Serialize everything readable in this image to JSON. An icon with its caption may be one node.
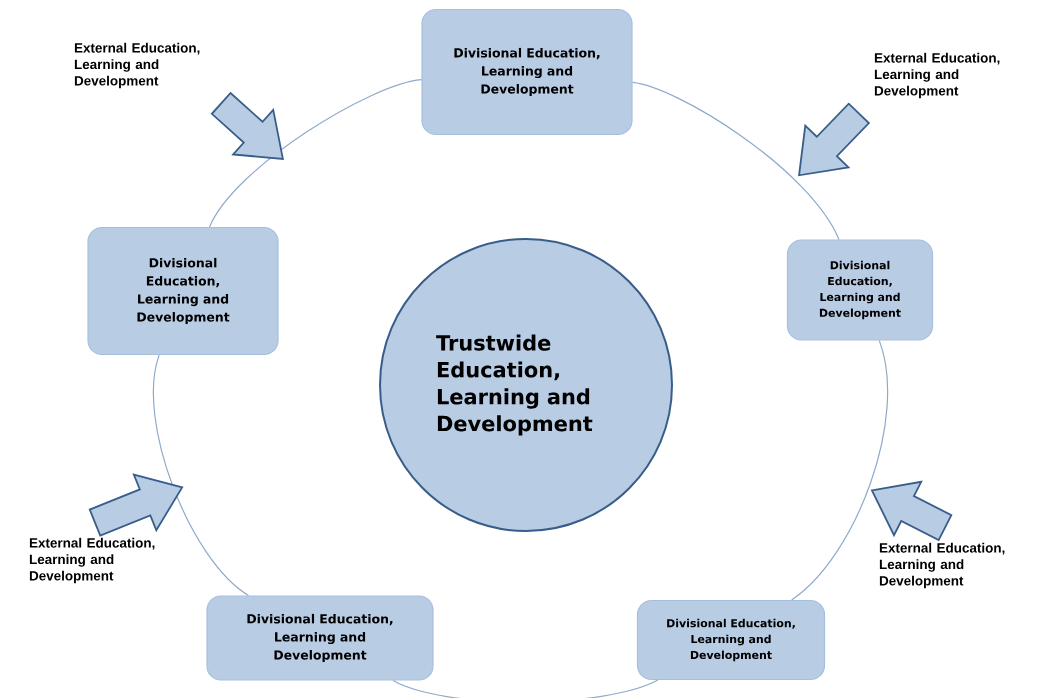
{
  "diagram": {
    "nodes": [
      {
        "text": [
          "External Education, Learning and Development"
        ]
      },
      {
        "text": [
          "Divisional Education, Learning and Development"
        ]
      },
      {
        "text": [
          "External Education, Learning and Development"
        ]
      },
      {
        "text": [
          "Divisional Education, Learning and Development"
        ]
      },
      {
        "text": [
          "Divisional Education, Learning and Development"
        ]
      },
      {
        "text": [
          "Trustwide Education, Learning and Development"
        ]
      },
      {
        "text": [
          "External Education, Learning and Development"
        ]
      },
      {
        "text": [
          "External Education, Learning and Development"
        ]
      },
      {
        "text": [
          "Divisional Education, Learning and Development"
        ]
      },
      {
        "text": [
          "Divisional Education, Learning and Development"
        ]
      }
    ],
    "edges": [
      {
        "from": 1,
        "to": 4,
        "arrow": "none"
      },
      {
        "from": 4,
        "to": 9,
        "arrow": "none"
      },
      {
        "from": 9,
        "to": 8,
        "arrow": "none"
      },
      {
        "from": 8,
        "to": 3,
        "arrow": "none"
      },
      {
        "from": 3,
        "to": 1,
        "arrow": "none"
      },
      {
        "from": 0,
        "to": null,
        "arrow": "to"
      },
      {
        "from": 2,
        "to": null,
        "arrow": "to"
      },
      {
        "from": 6,
        "to": null,
        "arrow": "to"
      },
      {
        "from": 7,
        "to": null,
        "arrow": "to"
      }
    ]
  }
}
